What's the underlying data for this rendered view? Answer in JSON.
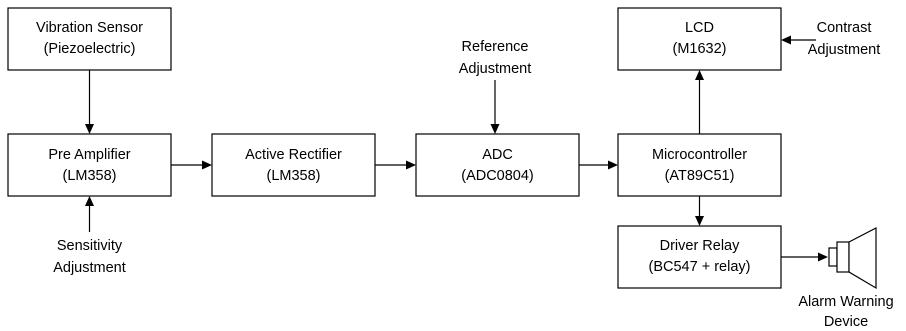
{
  "diagram": {
    "blocks": [
      {
        "id": "sensor",
        "line1": "Vibration Sensor",
        "line2": "(Piezoelectric)"
      },
      {
        "id": "preamp",
        "line1": "Pre Amplifier",
        "line2": "(LM358)"
      },
      {
        "id": "rectifier",
        "line1": "Active Rectifier",
        "line2": "(LM358)"
      },
      {
        "id": "adc",
        "line1": "ADC",
        "line2": "(ADC0804)"
      },
      {
        "id": "mcu",
        "line1": "Microcontroller",
        "line2": "(AT89C51)"
      },
      {
        "id": "lcd",
        "line1": "LCD",
        "line2": "(M1632)"
      },
      {
        "id": "relay",
        "line1": "Driver Relay",
        "line2": "(BC547 + relay)"
      }
    ],
    "labels": {
      "sensitivity": {
        "line1": "Sensitivity",
        "line2": "Adjustment"
      },
      "reference": {
        "line1": "Reference",
        "line2": "Adjustment"
      },
      "contrast": {
        "line1": "Contrast",
        "line2": "Adjustment"
      },
      "alarm": {
        "line1": "Alarm Warning",
        "line2": "Device"
      }
    },
    "connections": [
      {
        "from": "sensor",
        "to": "preamp"
      },
      {
        "from": "sensitivity",
        "to": "preamp"
      },
      {
        "from": "preamp",
        "to": "rectifier"
      },
      {
        "from": "rectifier",
        "to": "adc"
      },
      {
        "from": "reference",
        "to": "adc"
      },
      {
        "from": "adc",
        "to": "mcu"
      },
      {
        "from": "mcu",
        "to": "lcd"
      },
      {
        "from": "contrast",
        "to": "lcd"
      },
      {
        "from": "mcu",
        "to": "relay"
      },
      {
        "from": "relay",
        "to": "alarm"
      }
    ]
  }
}
